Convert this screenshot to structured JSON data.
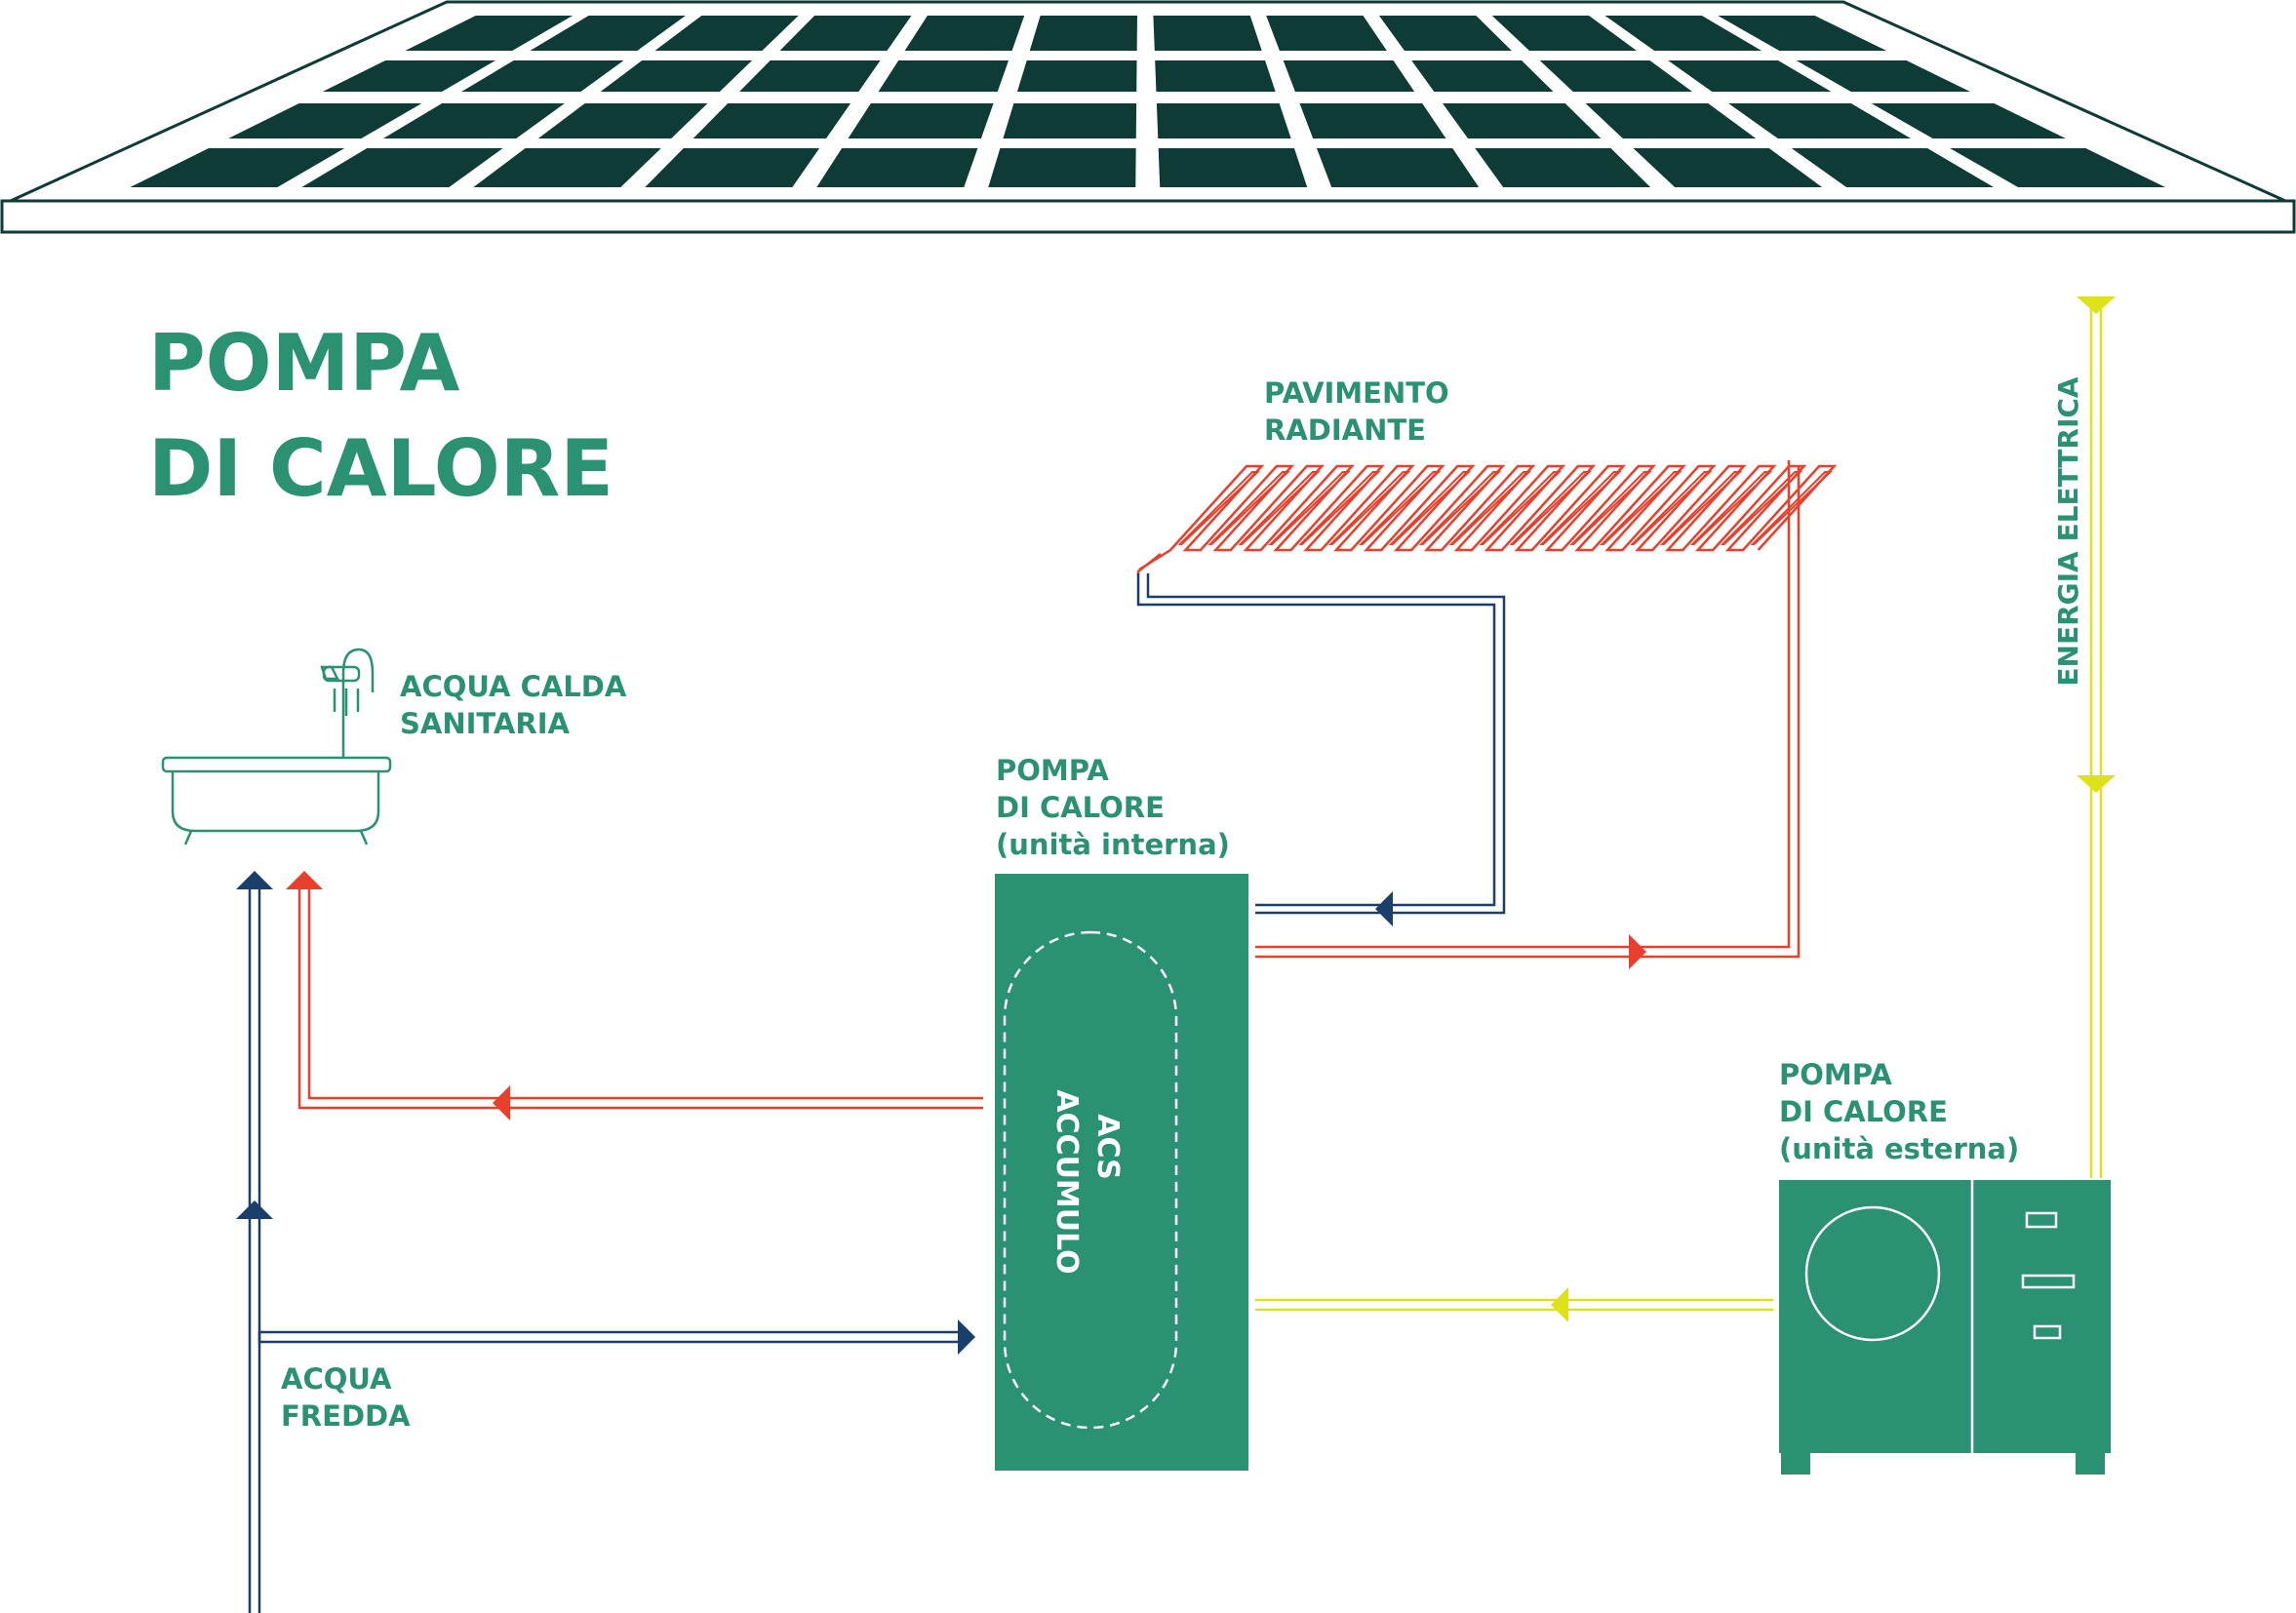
{
  "title": {
    "line1": "POMPA",
    "line2": "DI CALORE"
  },
  "labels": {
    "floor": {
      "line1": "PAVIMENTO",
      "line2": "RADIANTE"
    },
    "hot_water": {
      "line1": "ACQUA CALDA",
      "line2": "SANITARIA"
    },
    "indoor_unit": {
      "line1": "POMPA",
      "line2": "DI CALORE",
      "line3": "(unità interna)"
    },
    "outdoor_unit": {
      "line1": "POMPA",
      "line2": "DI CALORE",
      "line3": "(unità esterna)"
    },
    "cold_water": {
      "line1": "ACQUA",
      "line2": "FREDDA"
    },
    "tank": {
      "line1": "ACCUMULO",
      "line2": "ACS"
    },
    "electric": "ENERGIA ELETTRICA"
  },
  "colors": {
    "green": "#2a9173",
    "dark_green": "#0e3b36",
    "red": "#e8402c",
    "blue": "#1b3f6b",
    "yellow": "#dde21a",
    "white": "#ffffff"
  }
}
